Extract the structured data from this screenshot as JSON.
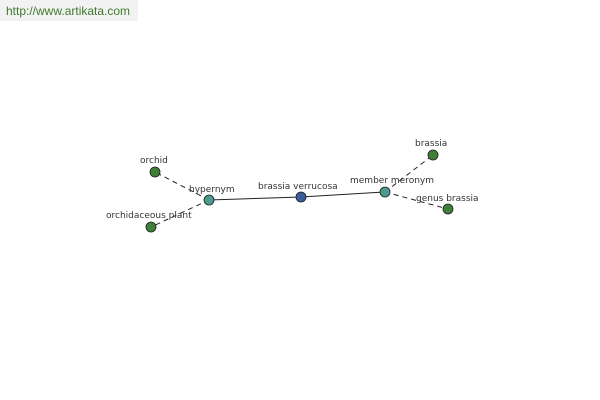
{
  "source": {
    "url_text": "http://www.artikata.com"
  },
  "graph": {
    "center": {
      "label": "brassia verrucosa",
      "color": "#3b5a9a"
    },
    "relations": [
      {
        "label": "hypernym",
        "color": "#4d9a8e"
      },
      {
        "label": "member meronym",
        "color": "#4d9a8e"
      }
    ],
    "leaves": [
      {
        "label": "orchid",
        "color": "#3f7f3a"
      },
      {
        "label": "orchidaceous plant",
        "color": "#3f7f3a"
      },
      {
        "label": "brassia",
        "color": "#3f7f3a"
      },
      {
        "label": "genus brassia",
        "color": "#3f7f3a"
      }
    ],
    "edge_color": "#222222"
  }
}
